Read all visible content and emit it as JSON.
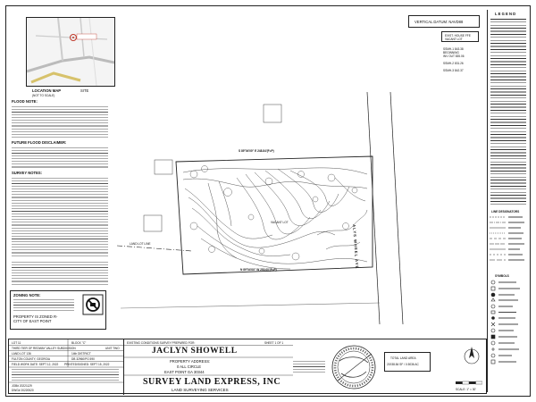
{
  "header": {
    "vertical_datum": "VERTICAL DATUM: NAVD88",
    "legend_title": "L E G E N D"
  },
  "location_map": {
    "caption": "LOCATION MAP",
    "caption_sub": "(NOT TO SCALE)",
    "site_label": "SITE"
  },
  "notes": {
    "flood_note": "FLOOD NOTE:",
    "future_flood": "FUTURE FLOOD DISCLAIMER:",
    "survey_notes": "SURVEY NOTES:"
  },
  "zoning": {
    "title": "ZONING NOTE:",
    "line1": "PROPERTY IS ZONED R-",
    "line2": "CITY OF EAST POINT"
  },
  "plan": {
    "north_bearing": "S 89°04'00\" E  248.84'(F=P)",
    "south_bearing": "N 89°04'00\" W  250.00'(F=P)",
    "street_label": "ALYS WHEEL AVE",
    "vacant_lot": "VACANT LOT",
    "lot_label": "LAND LOT LINE",
    "elev_box": [
      "EXIST. HOUSE FFE",
      "VACANT LOT"
    ],
    "elevations": [
      "SSMH-1  843.38",
      "BEGINNING",
      "INV OUT  835.06",
      "SSMH-2  831.26",
      "SSMH-3  842.37"
    ]
  },
  "title_block": {
    "lot": "LOT 11",
    "block": "BLOCK \"C\"",
    "subdivision": "THIRD TIER OF REDWAY VALLEY SUBDIVISION",
    "unit": "UNIT TWO",
    "land_lot": "LAND LOT 136",
    "district": "14th DISTRICT",
    "county": "FULTON COUNTY, GEORGIA",
    "deed_book": "DB 32960/PG 590",
    "field_date": "FIELD WORK DATE: SEPT 12, 2022",
    "plat_date": "PRINTED/SIGNED: SEPT 15, 2022",
    "survey_type": "EXISTING CONDITIONS SURVEY PREPARED FOR:",
    "sheet": "SHEET 1 OF 1",
    "client": "JACLYN SHOWELL",
    "address_label": "PROPERTY ADDRESS:",
    "address_line1": "0 ALL CIRCLE",
    "address_line2": "EAST POINT GA 30344",
    "company": "SURVEY LAND EXPRESS, INC",
    "company_sub": "LAND SURVEYING SERVICES",
    "area_label": "TOTAL LAND AREA",
    "area_value": "21938.84 SF / 0.5036 AC",
    "scale": "SCALE: 1\" = 30'",
    "job_no": "JOB# 20221129",
    "dwg_no": "DWG# 20220520"
  },
  "legend_sections": {
    "line_designators": "LINE DESIGNATORS",
    "symbols": "SYMBOLS"
  },
  "colors": {
    "ink": "#1a1a1a",
    "contour": "#444444",
    "stroke_box": "#222222",
    "red_line": "#c0392b"
  }
}
